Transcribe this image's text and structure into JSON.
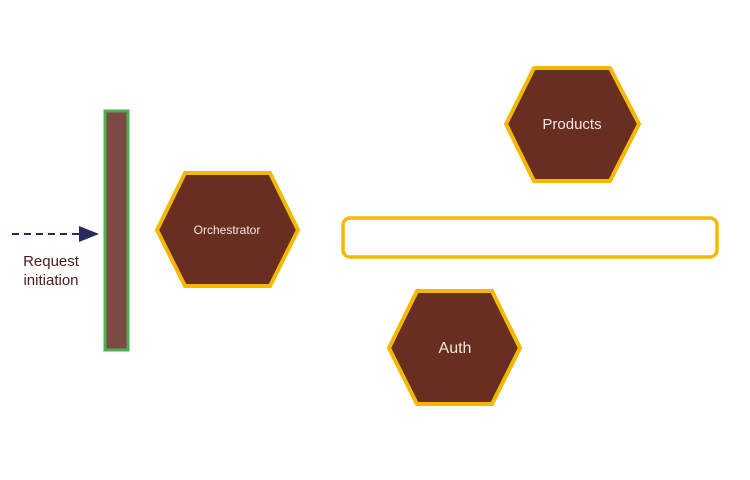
{
  "request_label": {
    "line1": "Request",
    "line2": "initiation"
  },
  "nodes": {
    "orchestrator": "Orchestrator",
    "products": "Products",
    "auth": "Auth"
  },
  "colors": {
    "hex_fill": "#682e22",
    "hex_stroke": "#f5b800",
    "gateway_fill": "#7b4a42",
    "gateway_stroke": "#4caf50",
    "arrow": "#2a2a5c",
    "text_dark": "#4a1c1c"
  }
}
